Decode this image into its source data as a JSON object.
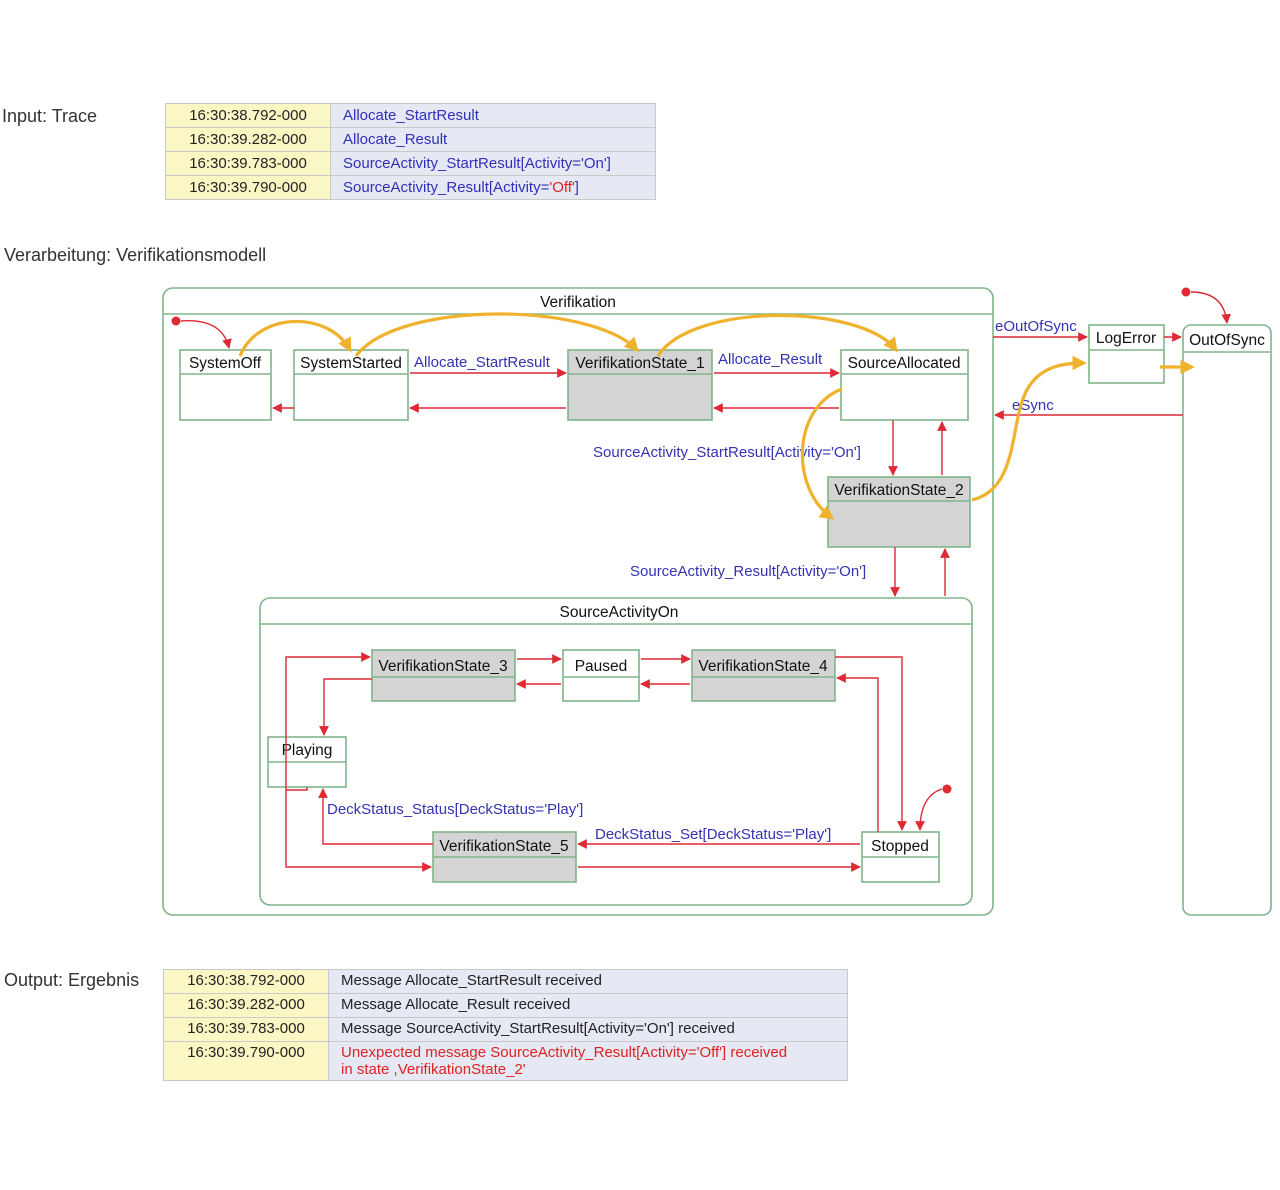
{
  "input": {
    "label": "Input: Trace",
    "rows": [
      {
        "time": "16:30:38.792-000",
        "message": "Allocate_StartResult"
      },
      {
        "time": "16:30:39.282-000",
        "message": "Allocate_Result"
      },
      {
        "time": "16:30:39.783-000",
        "message": "SourceActivity_StartResult[Activity='On']"
      },
      {
        "time": "16:30:39.790-000",
        "message_prefix": "SourceActivity_Result[Activity=",
        "message_highlight": "'Off'",
        "message_suffix": "]"
      }
    ]
  },
  "processing": {
    "label": "Verarbeitung: Verifikationsmodell",
    "containers": {
      "verifikation": "Verifikation",
      "source_activity_on": "SourceActivityOn"
    },
    "states": {
      "system_off": "SystemOff",
      "system_started": "SystemStarted",
      "verifikation_state_1": "VerifikationState_1",
      "source_allocated": "SourceAllocated",
      "verifikation_state_2": "VerifikationState_2",
      "log_error": "LogError",
      "out_of_sync": "OutOfSync",
      "verifikation_state_3": "VerifikationState_3",
      "paused": "Paused",
      "verifikation_state_4": "VerifikationState_4",
      "playing": "Playing",
      "verifikation_state_5": "VerifikationState_5",
      "stopped": "Stopped"
    },
    "transitions": {
      "allocate_start_result": "Allocate_StartResult",
      "allocate_result": "Allocate_Result",
      "source_activity_start_result": "SourceActivity_StartResult[Activity='On']",
      "source_activity_result": "SourceActivity_Result[Activity='On']",
      "e_out_of_sync": "eOutOfSync",
      "e_sync": "eSync",
      "deck_status_status": "DeckStatus_Status[DeckStatus='Play']",
      "deck_status_set": "DeckStatus_Set[DeckStatus='Play']"
    },
    "colors": {
      "state_border": "#7fb58a",
      "active_state_fill": "#d4d4d4",
      "transition": "#dd2a35",
      "transition_label": "#3333b3",
      "execution_path": "#f0b22c"
    }
  },
  "output": {
    "label": "Output: Ergebnis",
    "rows": [
      {
        "time": "16:30:38.792-000",
        "message": "Message Allocate_StartResult received"
      },
      {
        "time": "16:30:39.282-000",
        "message": "Message Allocate_Result received"
      },
      {
        "time": "16:30:39.783-000",
        "message": "Message SourceActivity_StartResult[Activity='On'] received"
      },
      {
        "time": "16:30:39.790-000",
        "message_line1": "Unexpected message SourceActivity_Result[Activity='Off'] received",
        "message_line2": "in state ,VerifikationState_2'"
      }
    ]
  }
}
